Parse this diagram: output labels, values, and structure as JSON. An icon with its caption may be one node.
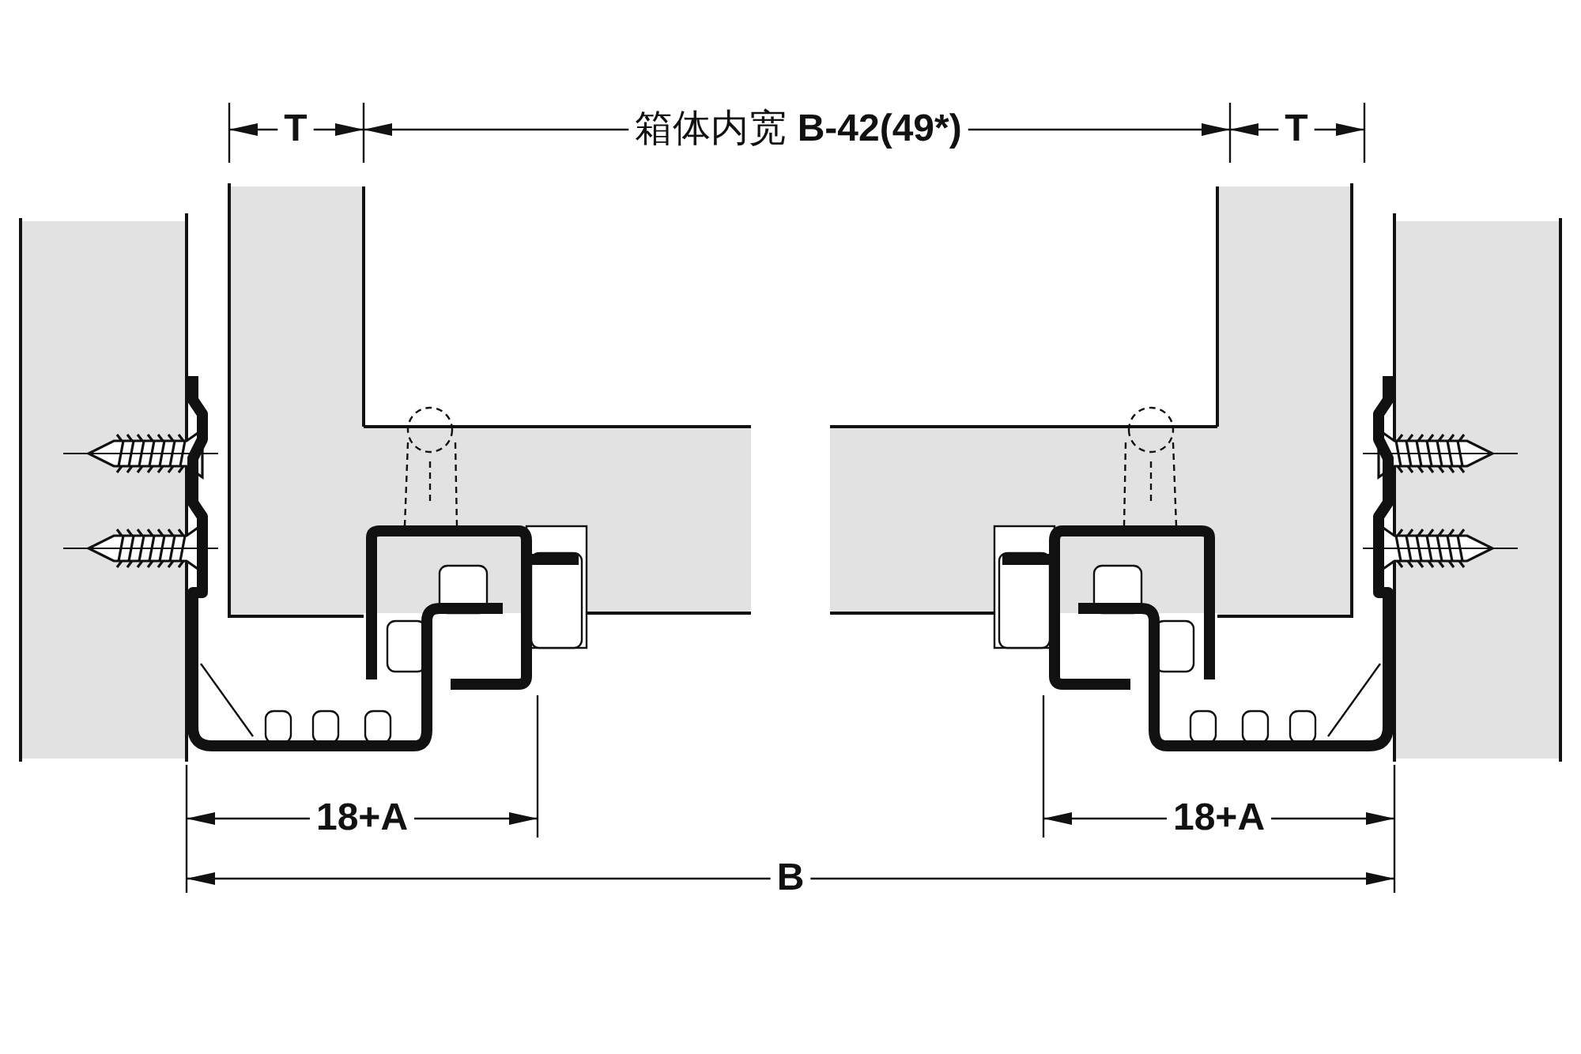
{
  "diagram": {
    "labels": [
      "T",
      "箱体内宽 **B-42(49*)**",
      "T",
      "18+A",
      "18+A",
      "B"
    ]
  }
}
